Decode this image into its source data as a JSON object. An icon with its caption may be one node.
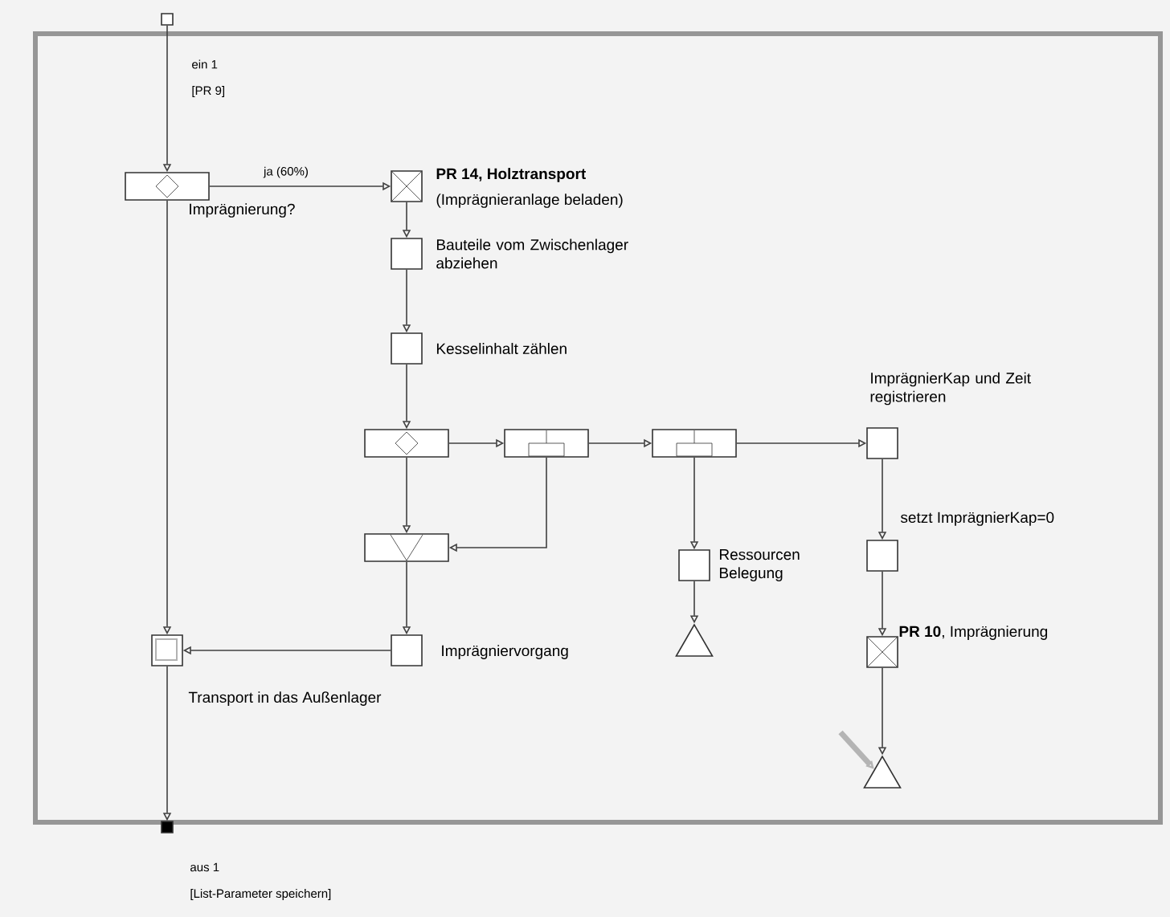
{
  "diagram": {
    "nodes": [
      {
        "text": [],
        "shape": "box",
        "beside": [
          "ein 1",
          "[PR 9]"
        ]
      },
      {
        "text": [
          "Imprägnierung?"
        ]
      },
      {
        "text": [
          "PR 14, Holztransport",
          "(Imprägnieranlage beladen)"
        ]
      },
      {
        "text": [
          "Bauteile vom Zwischenlager abziehen"
        ]
      },
      {
        "text": [
          "Kesselinhalt zählen"
        ]
      },
      {
        "text": [],
        "shape": "box"
      },
      {
        "text": [],
        "shape": "box"
      },
      {
        "text": [],
        "shape": "box"
      },
      {
        "text": [
          "ImprägnierKap und Zeit registrieren"
        ]
      },
      {
        "text": [],
        "shape": "box"
      },
      {
        "text": [
          "Ressourcen Belegung"
        ]
      },
      {
        "text": [],
        "shape": "triangle"
      },
      {
        "text": [],
        "shape": "box"
      },
      {
        "text": [
          "**PR 10**, Imprägnierung"
        ]
      },
      {
        "text": [],
        "shape": "triangle"
      },
      {
        "text": [
          "Transport in das Außenlager"
        ]
      },
      {
        "text": [
          "Imprägniervorgang"
        ]
      },
      {
        "text": [],
        "shape": "box",
        "beside": [
          "aus 1",
          "[List-Parameter speichern]"
        ]
      }
    ],
    "edges": [
      {
        "from": 0,
        "to": 1,
        "arrow": "to"
      },
      {
        "from": 1,
        "to": 2,
        "arrow": "to",
        "label": "ja (60%)"
      },
      {
        "from": 1,
        "to": 15,
        "arrow": "to"
      },
      {
        "from": 2,
        "to": 3,
        "arrow": "to"
      },
      {
        "from": 3,
        "to": 4,
        "arrow": "to"
      },
      {
        "from": 4,
        "to": 5,
        "arrow": "to"
      },
      {
        "from": 5,
        "to": 6,
        "arrow": "to"
      },
      {
        "from": 5,
        "to": 9,
        "arrow": "to"
      },
      {
        "from": 6,
        "to": 7,
        "arrow": "to"
      },
      {
        "from": 6,
        "to": 9,
        "arrow": "to"
      },
      {
        "from": 7,
        "to": 8,
        "arrow": "to"
      },
      {
        "from": 7,
        "to": 10,
        "arrow": "to"
      },
      {
        "from": 8,
        "to": 12,
        "arrow": "to",
        "label": "setzt ImprägnierKap=0"
      },
      {
        "from": 12,
        "to": 13,
        "arrow": "to"
      },
      {
        "from": 13,
        "to": 14,
        "arrow": "to"
      },
      {
        "from": 9,
        "to": 16,
        "arrow": "to"
      },
      {
        "from": 10,
        "to": 11,
        "arrow": "to"
      },
      {
        "from": 16,
        "to": 15,
        "arrow": "to"
      },
      {
        "from": 15,
        "to": 17,
        "arrow": "to"
      },
      {
        "from": null,
        "to": 14,
        "arrow": "to",
        "style": "thick",
        "color": "#b4b4b4"
      }
    ]
  }
}
